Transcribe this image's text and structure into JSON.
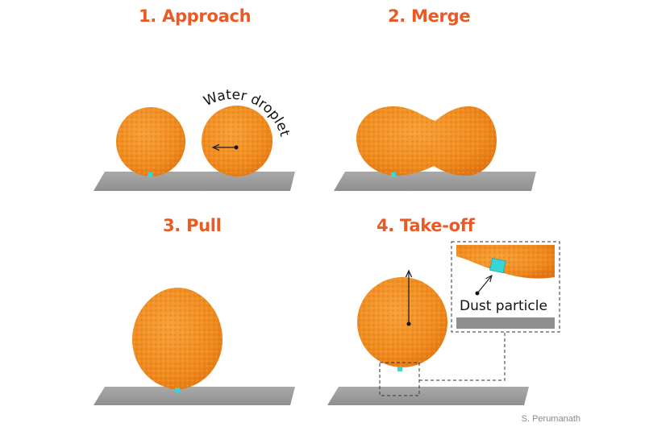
{
  "panels": [
    {
      "title": "1. Approach"
    },
    {
      "title": "2. Merge"
    },
    {
      "title": "3. Pull"
    },
    {
      "title": "4. Take-off"
    }
  ],
  "labels": {
    "water_droplet": "Water droplet",
    "dust_particle": "Dust particle"
  },
  "credit": "S. Perumanath",
  "colors": {
    "title": "#ea5a24",
    "droplet": "#f08c1e",
    "substrate": "#9c9c9c",
    "dust": "#3ad6d6"
  }
}
